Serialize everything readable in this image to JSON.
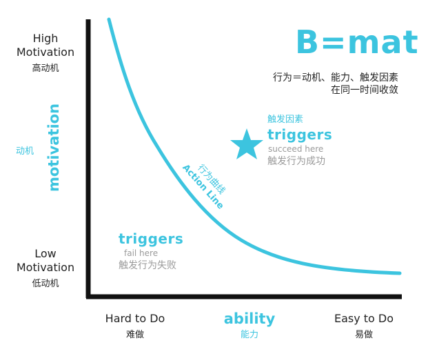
{
  "formula": {
    "title": "B=mat",
    "line1": "行为＝动机、能力、触发因素",
    "line2": "在同一时间收敛"
  },
  "y_axis": {
    "label": "motivation",
    "label_cn": "动机",
    "high": {
      "line1": "High",
      "line2": "Motivation",
      "cn": "高动机"
    },
    "low": {
      "line1": "Low",
      "line2": "Motivation",
      "cn": "低动机"
    }
  },
  "x_axis": {
    "label": "ability",
    "label_cn": "能力",
    "hard": {
      "en": "Hard to Do",
      "cn": "难做"
    },
    "easy": {
      "en": "Easy to Do",
      "cn": "易做"
    }
  },
  "action_line": {
    "cn": "行为曲线",
    "en": "Action Line"
  },
  "success_zone": {
    "cn_title": "触发因素",
    "title": "triggers",
    "sub": "succeed here",
    "cn_sub": "触发行为成功",
    "icon": "star-icon"
  },
  "fail_zone": {
    "title": "triggers",
    "sub": "fail here",
    "cn_sub": "触发行为失败"
  },
  "colors": {
    "accent": "#3cc4df",
    "axis": "#111111",
    "text": "#222222",
    "muted": "#9a9a9a"
  }
}
